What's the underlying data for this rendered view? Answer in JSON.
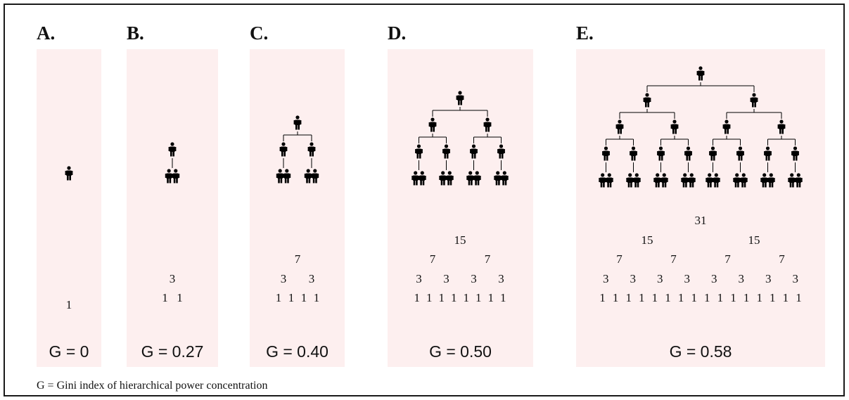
{
  "panels": [
    {
      "label": "A.",
      "gini": "G = 0",
      "levels": 1,
      "counts": [
        [
          "1"
        ]
      ]
    },
    {
      "label": "B.",
      "gini": "G = 0.27",
      "levels": 2,
      "counts": [
        [
          "3"
        ],
        [
          "1",
          "1"
        ]
      ]
    },
    {
      "label": "C.",
      "gini": "G = 0.40",
      "levels": 3,
      "counts": [
        [
          "7"
        ],
        [
          "3",
          "3"
        ],
        [
          "1",
          "1",
          "1",
          "1"
        ]
      ]
    },
    {
      "label": "D.",
      "gini": "G = 0.50",
      "levels": 4,
      "counts": [
        [
          "15"
        ],
        [
          "7",
          "7"
        ],
        [
          "3",
          "3",
          "3",
          "3"
        ],
        [
          "1",
          "1",
          "1",
          "1",
          "1",
          "1",
          "1",
          "1"
        ]
      ]
    },
    {
      "label": "E.",
      "gini": "G = 0.58",
      "levels": 5,
      "counts": [
        [
          "31"
        ],
        [
          "15",
          "15"
        ],
        [
          "7",
          "7",
          "7",
          "7"
        ],
        [
          "3",
          "3",
          "3",
          "3",
          "3",
          "3",
          "3",
          "3"
        ],
        [
          "1",
          "1",
          "1",
          "1",
          "1",
          "1",
          "1",
          "1",
          "1",
          "1",
          "1",
          "1",
          "1",
          "1",
          "1",
          "1"
        ]
      ]
    }
  ],
  "caption": "G = Gini index of hierarchical power concentration",
  "colors": {
    "panel_bg": "#fdefef",
    "ink": "#111111"
  }
}
